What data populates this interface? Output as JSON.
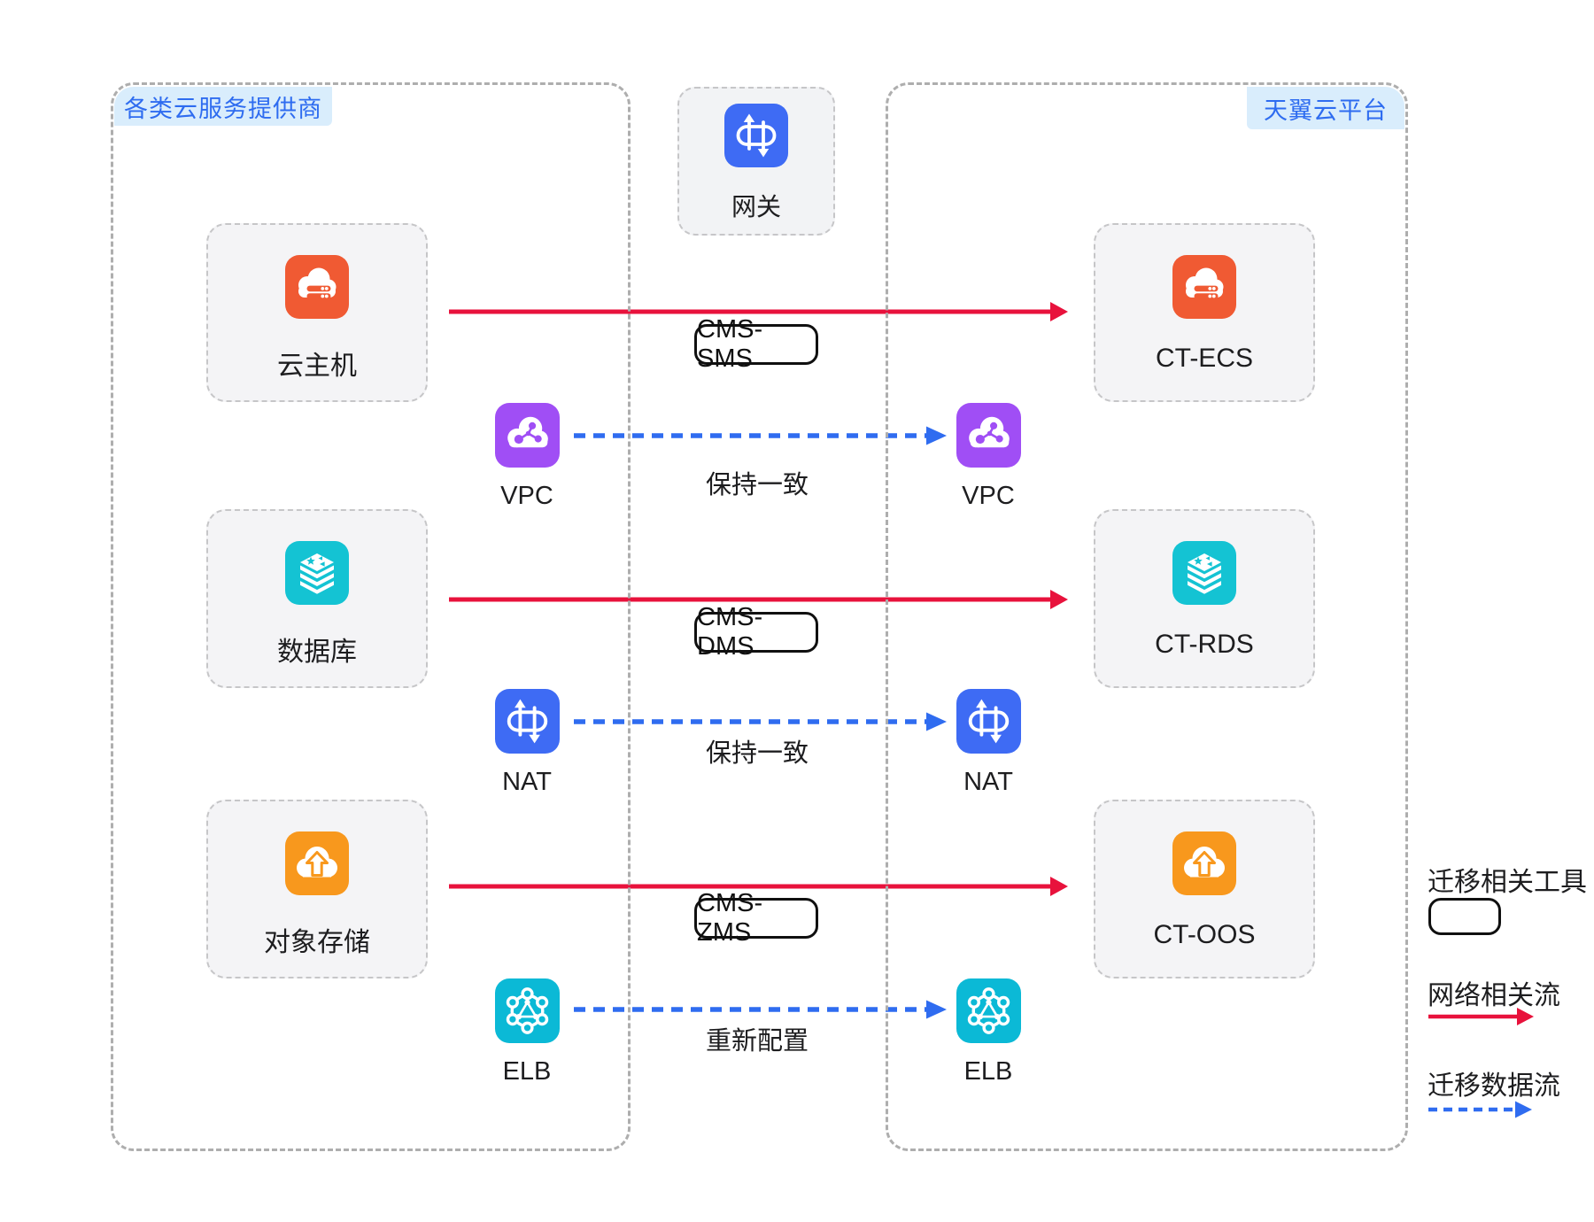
{
  "providers_panel": {
    "label": "各类云服务提供商"
  },
  "platform_panel": {
    "label": "天翼云平台"
  },
  "gateway": {
    "label": "网关",
    "icon": "gateway-icon",
    "color": "#3e6bf4"
  },
  "source_services": [
    {
      "label": "云主机",
      "icon": "cloud-server-icon",
      "color": "#f05a33"
    },
    {
      "label": "数据库",
      "icon": "database-stack-icon",
      "color": "#14c3d3"
    },
    {
      "label": "对象存储",
      "icon": "cloud-upload-icon",
      "color": "#f8981d"
    }
  ],
  "target_services": [
    {
      "label": "CT-ECS",
      "icon": "cloud-server-icon",
      "color": "#f05a33"
    },
    {
      "label": "CT-RDS",
      "icon": "database-stack-icon",
      "color": "#14c3d3"
    },
    {
      "label": "CT-OOS",
      "icon": "cloud-upload-icon",
      "color": "#f8981d"
    }
  ],
  "migration_tools": [
    {
      "label": "CMS-SMS"
    },
    {
      "label": "CMS-DMS"
    },
    {
      "label": "CMS-ZMS"
    }
  ],
  "network_flows": [
    {
      "name": "VPC",
      "arrow_label": "保持一致",
      "icon": "vpc-cloud-network-icon",
      "color": "#a04ef5"
    },
    {
      "name": "NAT",
      "arrow_label": "保持一致",
      "icon": "nat-gateway-icon",
      "color": "#3e6bf4"
    },
    {
      "name": "ELB",
      "arrow_label": "重新配置",
      "icon": "elb-gear-network-icon",
      "color": "#0bb9d6"
    }
  ],
  "legend": {
    "tool_label": "迁移相关工具",
    "network_flow_label": "网络相关流",
    "data_flow_label": "迁移数据流"
  },
  "colors": {
    "network_flow_arrow": "#e8123c",
    "data_flow_arrow": "#2f6cf0",
    "panel_label_text": "#2e6cf0",
    "panel_label_bg": "#d9edfc"
  }
}
